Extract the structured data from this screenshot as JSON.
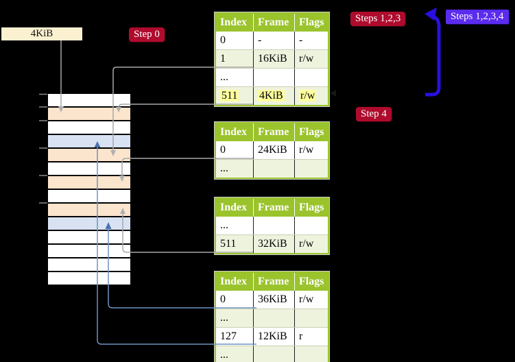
{
  "labels": {
    "page_size": "4KiB",
    "step0": "Step 0",
    "steps123": "Steps 1,2,3",
    "steps1234": "Steps 1,2,3,4",
    "step4": "Step 4"
  },
  "colors": {
    "background": "#000000",
    "table_header_green": "#9ac32c",
    "table_row_tint": "#eef3de",
    "highlight_yellow": "#ffff9e",
    "badge_crimson": "#ae0b2d",
    "badge_blue_violet": "#5b2bee",
    "big_arrow_blue": "#2a10e0",
    "thin_blue_connector": "#6f92c2",
    "blue_arrowhead": "#4a72b0",
    "gray_connector": "#a8a8a8",
    "memory_row_orange": "#fce5cd",
    "memory_row_blue": "#d9e2f3",
    "label_cream": "#fbf0d0"
  },
  "memory_stack": {
    "rows": [
      {
        "color": "white"
      },
      {
        "color": "orange"
      },
      {
        "color": "white"
      },
      {
        "color": "blue"
      },
      {
        "color": "orange"
      },
      {
        "color": "white"
      },
      {
        "color": "orange"
      },
      {
        "color": "white"
      },
      {
        "color": "orange"
      },
      {
        "color": "blue"
      },
      {
        "color": "white"
      },
      {
        "color": "white"
      },
      {
        "color": "white"
      },
      {
        "color": "white"
      }
    ]
  },
  "tables": [
    {
      "name": "page-table-top",
      "headers": [
        "Index",
        "Frame",
        "Flags"
      ],
      "rows": [
        {
          "cells": [
            "0",
            "-",
            "-"
          ],
          "tint": false,
          "highlight": false
        },
        {
          "cells": [
            "1",
            "16KiB",
            "r/w"
          ],
          "tint": true,
          "highlight": false
        },
        {
          "cells": [
            "...",
            "",
            ""
          ],
          "tint": false,
          "highlight": false
        },
        {
          "cells": [
            "511",
            "4KiB",
            "r/w"
          ],
          "tint": true,
          "highlight": true
        }
      ]
    },
    {
      "name": "page-table-second",
      "headers": [
        "Index",
        "Frame",
        "Flags"
      ],
      "rows": [
        {
          "cells": [
            "0",
            "24KiB",
            "r/w"
          ],
          "tint": false,
          "highlight": false
        },
        {
          "cells": [
            "...",
            "",
            ""
          ],
          "tint": true,
          "highlight": false
        }
      ]
    },
    {
      "name": "page-table-third",
      "headers": [
        "Index",
        "Frame",
        "Flags"
      ],
      "rows": [
        {
          "cells": [
            "...",
            "",
            ""
          ],
          "tint": false,
          "highlight": false
        },
        {
          "cells": [
            "511",
            "32KiB",
            "r/w"
          ],
          "tint": true,
          "highlight": false
        }
      ]
    },
    {
      "name": "page-table-bottom",
      "headers": [
        "Index",
        "Frame",
        "Flags"
      ],
      "rows": [
        {
          "cells": [
            "0",
            "36KiB",
            "r/w"
          ],
          "tint": false,
          "highlight": false
        },
        {
          "cells": [
            "...",
            "",
            ""
          ],
          "tint": true,
          "highlight": false
        },
        {
          "cells": [
            "127",
            "12KiB",
            "r"
          ],
          "tint": false,
          "highlight": false
        },
        {
          "cells": [
            "...",
            "",
            ""
          ],
          "tint": true,
          "highlight": false
        }
      ]
    }
  ]
}
